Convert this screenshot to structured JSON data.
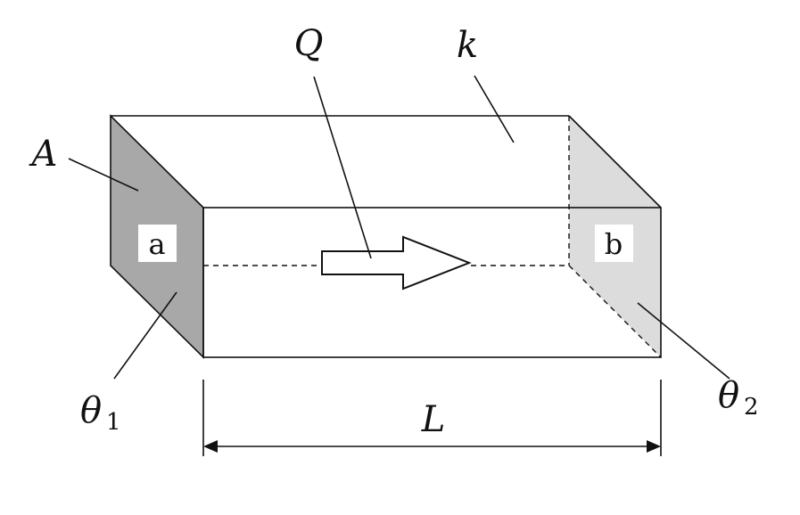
{
  "labels": {
    "Q": "Q",
    "k": "k",
    "A": "A",
    "a": "a",
    "b": "b",
    "theta1_sym": "θ",
    "theta1_sub": "1",
    "theta2_sym": "θ",
    "theta2_sub": "2",
    "L": "L"
  },
  "colors": {
    "face_a": "#a8a8a8",
    "face_b": "#dcdcdc",
    "stroke": "#111111"
  }
}
